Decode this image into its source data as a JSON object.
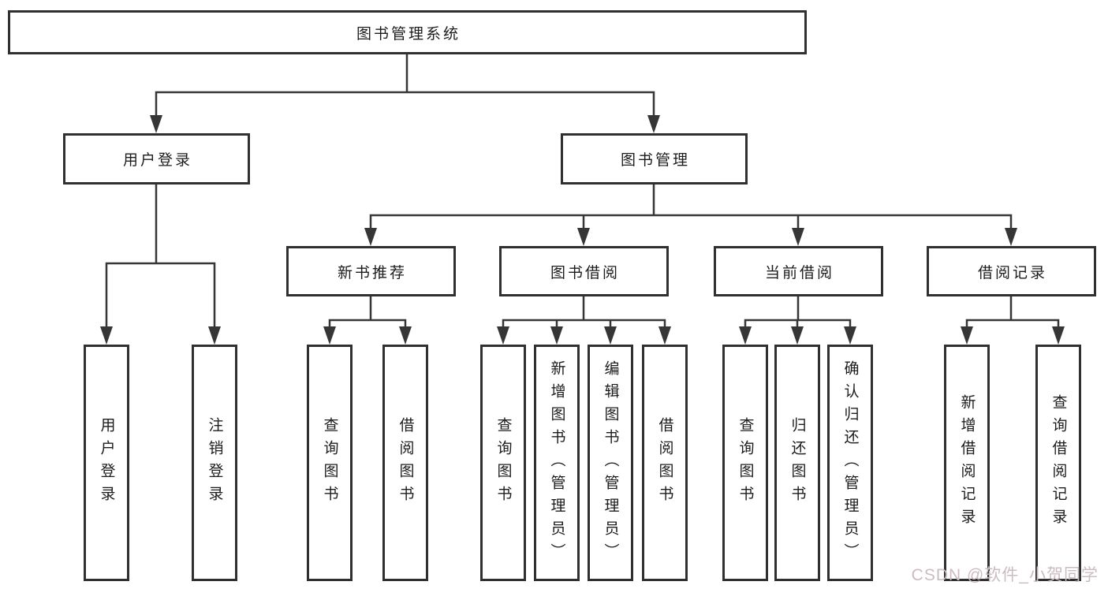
{
  "tree": {
    "root": {
      "label": "图书管理系统"
    },
    "branches": [
      {
        "label": "用户登录",
        "children": [
          "用户登录",
          "注销登录"
        ]
      },
      {
        "label": "图书管理",
        "groups": [
          {
            "label": "新书推荐",
            "children": [
              "查询图书",
              "借阅图书"
            ]
          },
          {
            "label": "图书借阅",
            "children": [
              "查询图书",
              "新增图书（管理员）",
              "编辑图书（管理员）",
              "借阅图书"
            ]
          },
          {
            "label": "当前借阅",
            "children": [
              "查询图书",
              "归还图书",
              "确认归还（管理员）"
            ]
          },
          {
            "label": "借阅记录",
            "children": [
              "新增借阅记录",
              "查询借阅记录"
            ]
          }
        ]
      }
    ]
  },
  "colors": {
    "line": "#363636",
    "box_border": "#303030",
    "box_background": "#ffffff",
    "text": "#1c1c1c",
    "watermark": "#ccbcc0"
  },
  "watermark": {
    "text": "CSDN @软件_小贺同学"
  }
}
